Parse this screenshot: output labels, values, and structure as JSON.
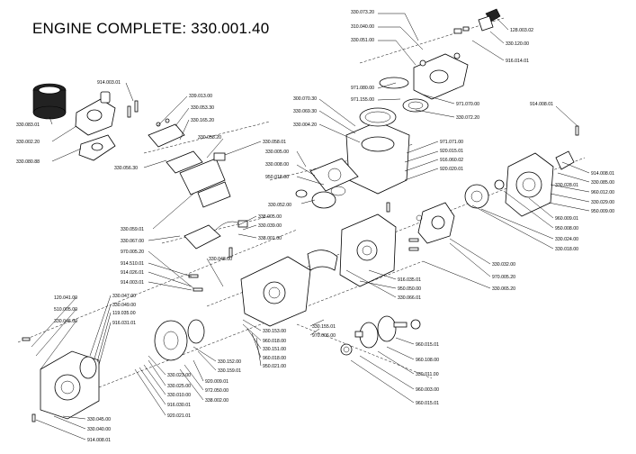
{
  "title": "ENGINE COMPLETE:  330.001.40",
  "labels": [
    "330.073.20",
    "310.040.00",
    "330.051.00",
    "128.003.02",
    "330.120.00",
    "916.014.01",
    "914.003.01",
    "339.013.00",
    "330.053.30",
    "330.165.20",
    "330.083.01",
    "330.002.20",
    "330.080.88",
    "330.056.30",
    "971.080.00",
    "971.155.00",
    "971.070.00",
    "330.072.20",
    "300.070.30",
    "330.069.30",
    "330.004.20",
    "914.008.01",
    "330.058.20",
    "330.058.01",
    "330.005.00",
    "330.008.00",
    "950.018.00",
    "971.071.00",
    "920.015.01",
    "916.060.02",
    "920.020.01",
    "330.028.01",
    "914.008.01",
    "330.085.00",
    "960.012.00",
    "330.029.00",
    "950.009.00",
    "330.052.00",
    "330.059.01",
    "338.005.00",
    "330.039.00",
    "338.001.00",
    "960.009.01",
    "950.008.00",
    "330.024.00",
    "330.018.00",
    "330.067.00",
    "970.005.20",
    "330.048.00",
    "330.032.00",
    "970.005.20",
    "914.510.01",
    "914.026.01",
    "914.003.01",
    "916.035.01",
    "950.050.00",
    "330.066.01",
    "330.065.20",
    "120.041.00",
    "510.005.00",
    "330.046.00",
    "330.047.00",
    "330.049.00",
    "119.035.00",
    "916.031.01",
    "330.153.00",
    "960.018.00",
    "330.151.00",
    "960.018.00",
    "950.021.00",
    "330.155.01",
    "970.006.00",
    "960.015.01",
    "960.108.00",
    "330.152.00",
    "330.159.01",
    "330.023.00",
    "330.025.00",
    "330.010.00",
    "916.030.01",
    "920.021.01",
    "920.009.01",
    "972.050.00",
    "338.002.00",
    "330.011.00",
    "960.003.00",
    "960.015.01",
    "330.045.00",
    "330.040.00",
    "914.008.01"
  ]
}
